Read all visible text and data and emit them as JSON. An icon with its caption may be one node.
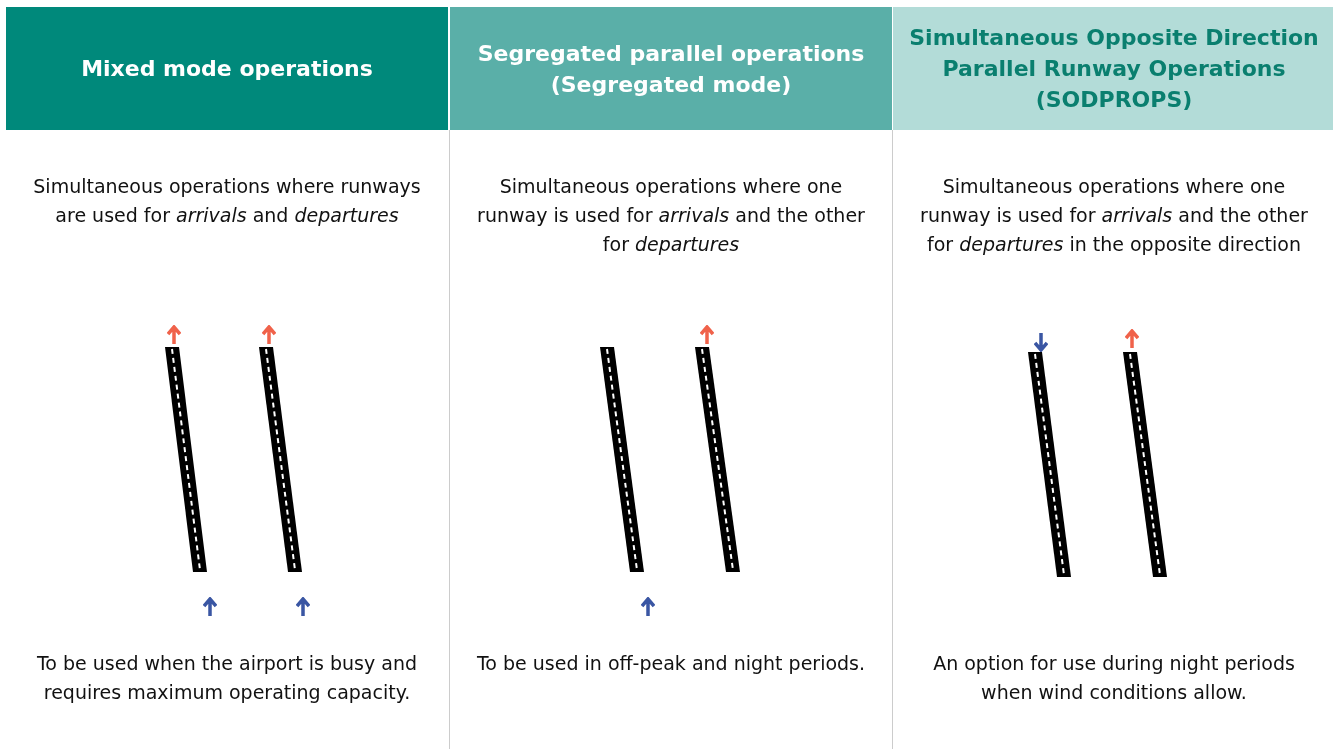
{
  "diagram": {
    "nodes": [
      {
        "text": [
          "Mixed mode operations",
          "Simultaneous operations where runways are used for *arrivals* and *departures*",
          "To be used when the airport is busy and requires maximum operating capacity."
        ]
      },
      {
        "text": [
          "Segregated parallel operations (Segregated mode)",
          "Simultaneous operations where one runway is used for *arrivals* and the other for *departures*",
          "To be used in off-peak and night periods."
        ]
      },
      {
        "text": [
          "Simultaneous Opposite Direction Parallel Runway Operations (SODPROPS)",
          "Simultaneous operations where one runway is used for *arrivals* and the other for *departures* in the opposite direction",
          "An option for use during night periods when wind conditions allow."
        ]
      },
      {
        "text": [],
        "shape": "bar",
        "in": 0
      },
      {
        "text": [],
        "shape": "bar",
        "in": 0
      },
      {
        "text": [],
        "shape": "bar",
        "in": 1
      },
      {
        "text": [],
        "shape": "bar",
        "in": 1
      },
      {
        "text": [],
        "shape": "bar",
        "in": 2
      },
      {
        "text": [],
        "shape": "bar",
        "in": 2
      }
    ]
  }
}
